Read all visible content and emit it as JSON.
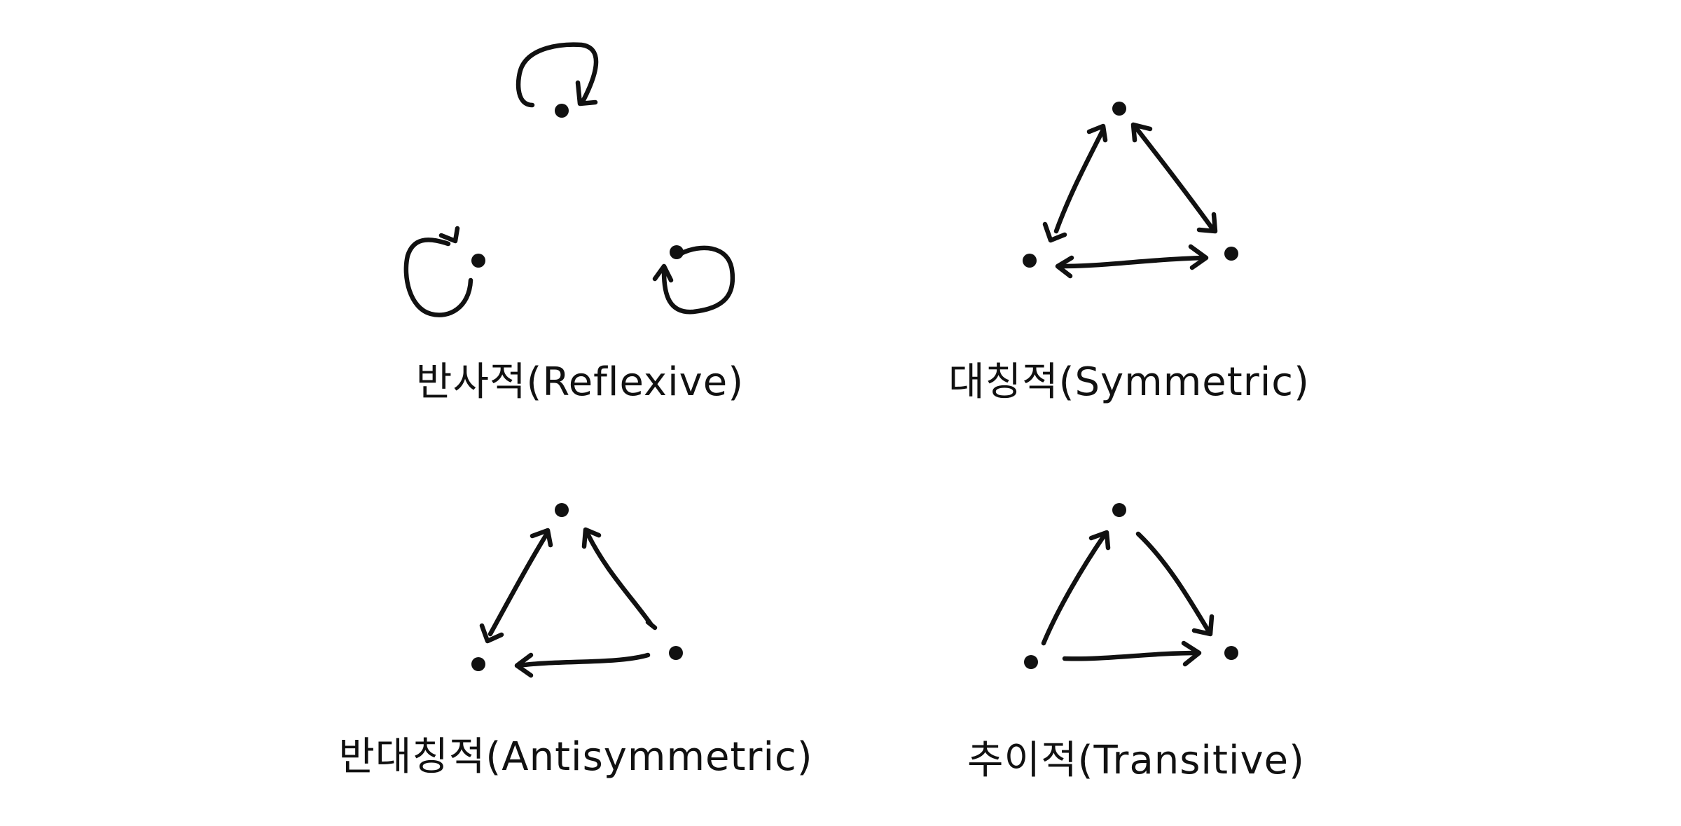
{
  "diagrams": [
    {
      "id": "reflexive",
      "label": "반사적(Reflexive)"
    },
    {
      "id": "symmetric",
      "label": "대칭적(Symmetric)"
    },
    {
      "id": "antisymmetric",
      "label": "반대칭적(Antisymmetric)"
    },
    {
      "id": "transitive",
      "label": "추이적(Transitive)"
    }
  ],
  "colors": {
    "ink": "#111111",
    "background": "#ffffff"
  }
}
